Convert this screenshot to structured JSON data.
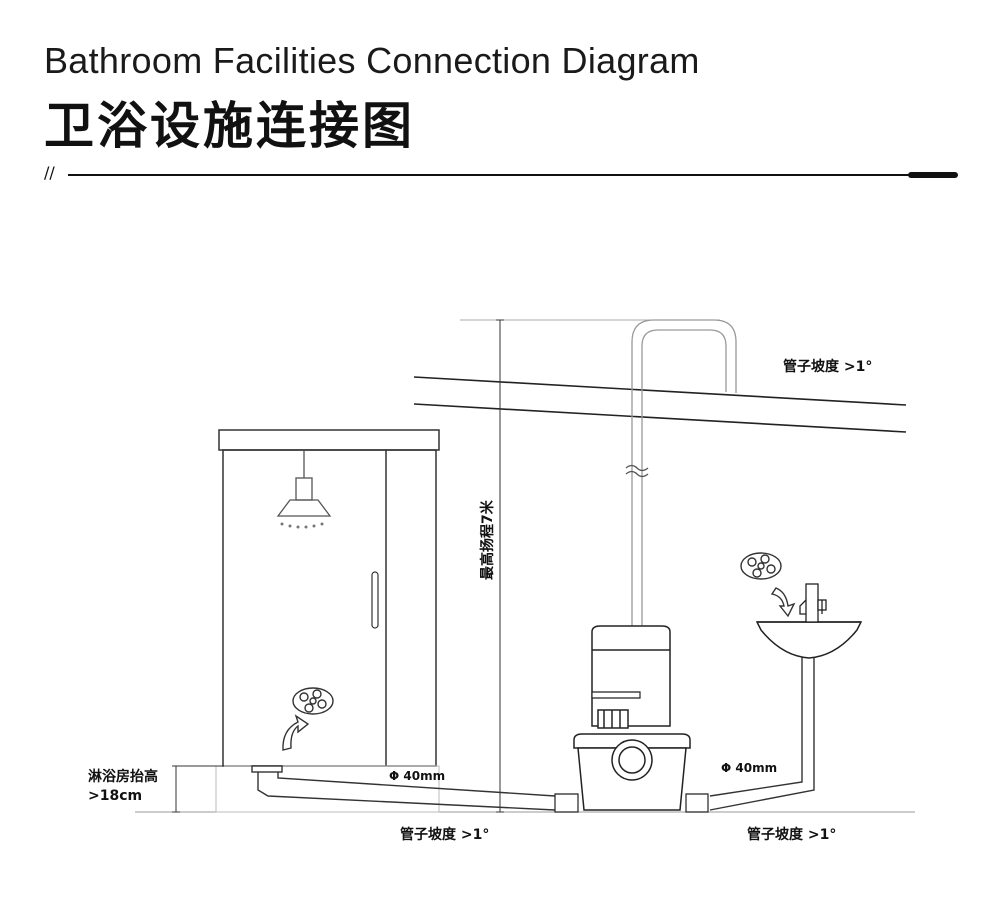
{
  "header": {
    "title_en": "Bathroom Facilities Connection Diagram",
    "title_zh": "卫浴设施连接图",
    "rule_mark": "//"
  },
  "labels": {
    "slope_top": "管子坡度 >1°",
    "max_head": "最高扬程7米",
    "shower_raise_line1": "淋浴房抬高",
    "shower_raise_line2": ">18cm",
    "pipe_left_diameter": "Φ 40mm",
    "pipe_right_diameter": "Φ 40mm",
    "slope_bottom_left": "管子坡度 >1°",
    "slope_bottom_right": "管子坡度 >1°"
  }
}
